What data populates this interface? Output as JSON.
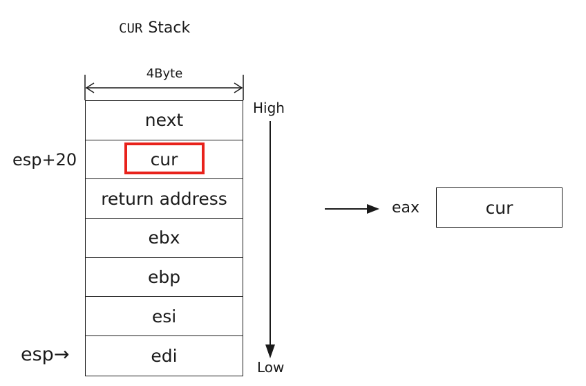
{
  "title": {
    "mono": "CUR",
    "word": "Stack"
  },
  "width_label": "4Byte",
  "stack_cells": [
    "next",
    "cur",
    "return address",
    "ebx",
    "ebp",
    "esi",
    "edi"
  ],
  "highlighted_cell": "cur",
  "highlight_color": "#e8221b",
  "labels": {
    "esp_offset": "esp+20",
    "esp": "esp→",
    "high": "High",
    "low": "Low"
  },
  "register": {
    "name": "eax",
    "value": "cur"
  }
}
